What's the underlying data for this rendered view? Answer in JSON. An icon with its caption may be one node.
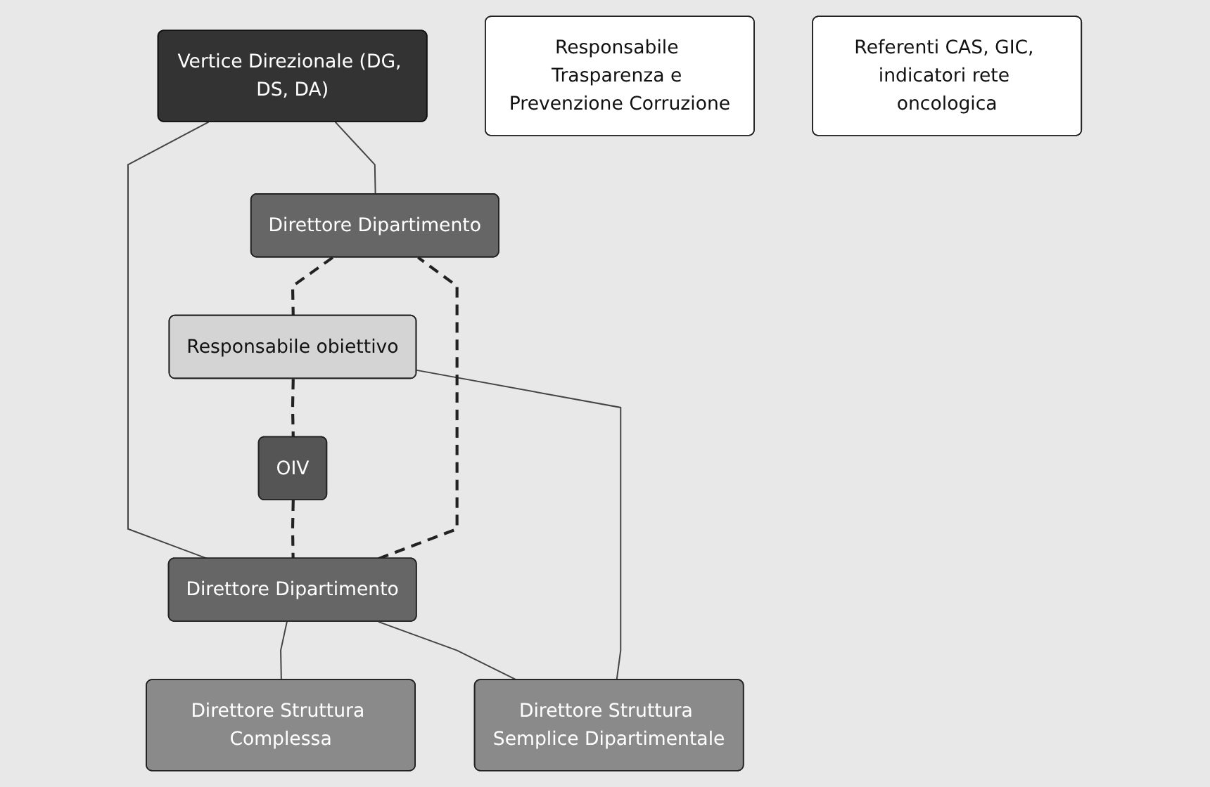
{
  "diagram": {
    "nodes": [
      {
        "text": [
          "Vertice Direzionale (DG, DS, DA)"
        ]
      },
      {
        "text": [
          "Direttore Dipartimento"
        ]
      },
      {
        "text": [
          "Direttore Dipartimento"
        ]
      },
      {
        "text": [
          "Direttore Struttura Complessa"
        ]
      },
      {
        "text": [
          "Direttore Struttura Semplice Dipartimentale"
        ]
      },
      {
        "text": [
          "Responsabile obiettivo"
        ]
      },
      {
        "text": [
          "OIV"
        ]
      },
      {
        "text": [
          "Responsabile Trasparenza e Prevenzione Corruzione"
        ]
      },
      {
        "text": [
          "Referenti CAS, GIC, indicatori rete oncologica"
        ]
      }
    ],
    "edges": [
      {
        "from": 0,
        "to": 1,
        "arrow": "none"
      },
      {
        "from": 0,
        "to": 2,
        "arrow": "none"
      },
      {
        "from": 2,
        "to": 3,
        "arrow": "none"
      },
      {
        "from": 2,
        "to": 4,
        "arrow": "none"
      },
      {
        "from": 4,
        "to": 5,
        "arrow": "none"
      },
      {
        "from": 6,
        "to": 2,
        "arrow": "none",
        "style": "dashed",
        "color": "#222222"
      },
      {
        "from": 2,
        "to": 1,
        "arrow": "none",
        "style": "dashed",
        "color": "#222222"
      },
      {
        "from": 1,
        "to": 5,
        "arrow": "none",
        "style": "dashed",
        "color": "#222222"
      },
      {
        "from": 5,
        "to": 6,
        "arrow": "none",
        "style": "dashed",
        "color": "#222222"
      }
    ]
  }
}
